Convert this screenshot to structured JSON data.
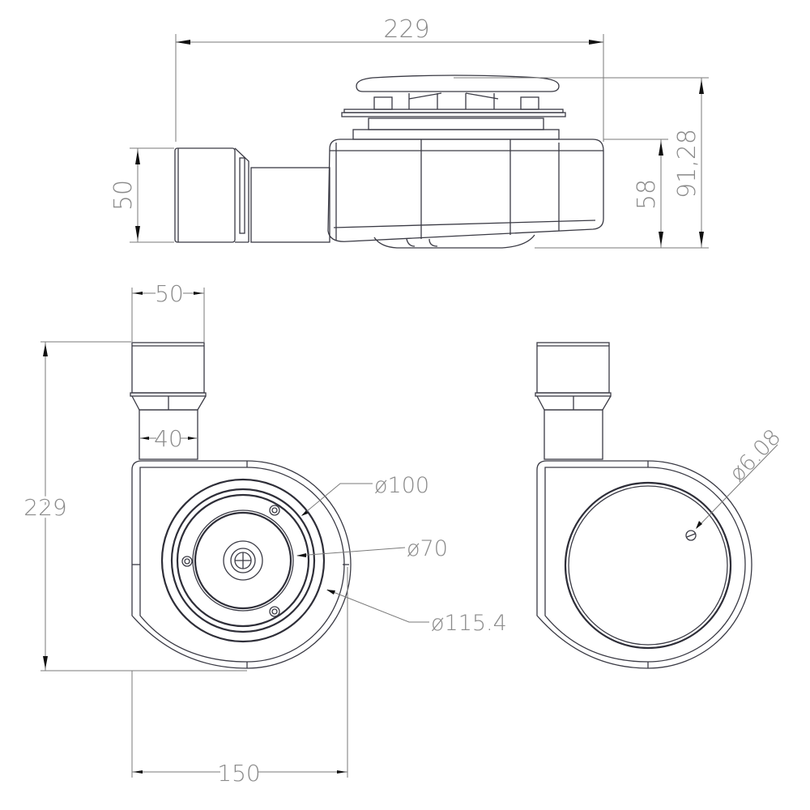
{
  "drawing": {
    "subject": "shower waste trap technical drawing",
    "line_color": "#3a3a44",
    "dimension_color": "#8a8a8a",
    "background": "#ffffff"
  },
  "views": {
    "side": {
      "dimensions": {
        "overall_length": "229",
        "outlet_height": "50",
        "body_height": "58",
        "overall_height": "91,28"
      }
    },
    "top": {
      "dimensions": {
        "outlet_width": "50",
        "neck_width": "40",
        "overall_length": "229",
        "overall_width": "150",
        "diameter_inner_ring": "ø100",
        "diameter_grate": "ø70",
        "diameter_outer": "ø115.4"
      }
    },
    "cover": {
      "dimensions": {
        "screw_diameter": "ø6.08"
      }
    }
  }
}
